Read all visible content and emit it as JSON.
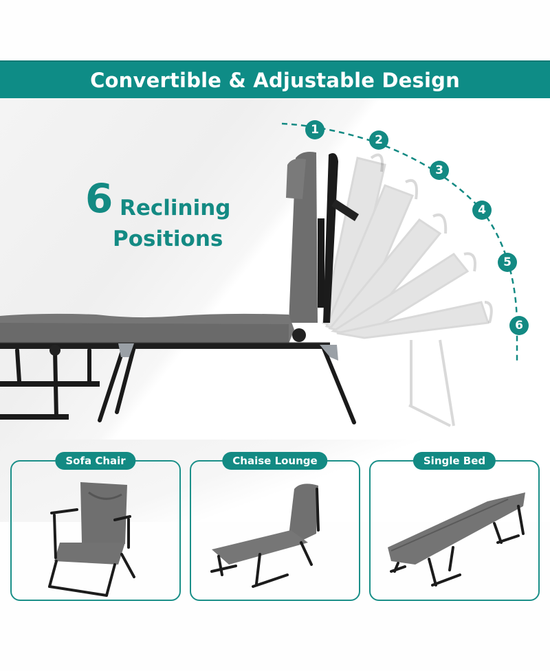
{
  "banner": {
    "title": "Convertible & Adjustable Design",
    "background_color": "#0e8c86",
    "text_color": "#ffffff"
  },
  "headline": {
    "number": "6",
    "line1": "Reclining",
    "line2": "Positions",
    "color": "#138a83"
  },
  "hero": {
    "subject": "folding-lounge-chair-side-view",
    "recline_positions": [
      "1",
      "2",
      "3",
      "4",
      "5",
      "6"
    ],
    "arc_style": "dashed",
    "accent_color": "#138a83"
  },
  "modes": [
    {
      "label": "Sofa Chair",
      "image": "sofa-chair-mode"
    },
    {
      "label": "Chaise Lounge",
      "image": "chaise-lounge-mode"
    },
    {
      "label": "Single Bed",
      "image": "single-bed-mode"
    }
  ]
}
